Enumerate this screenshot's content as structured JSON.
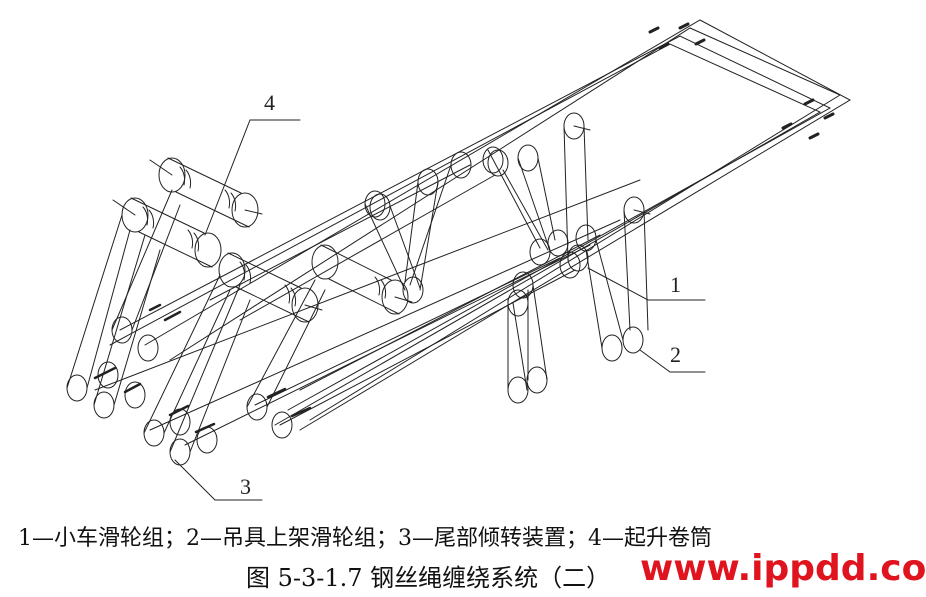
{
  "diagram": {
    "callouts": {
      "c1": "1",
      "c2": "2",
      "c3": "3",
      "c4": "4"
    }
  },
  "legend_text": "1—小车滑轮组；2—吊具上架滑轮组；3—尾部倾转装置；4—起升卷筒",
  "caption": "图 5-3-1.7 钢丝绳缠绕系统（二）",
  "watermark": "www.ippdd.com",
  "colors": {
    "line": "#222222",
    "watermark": "#e0141e"
  }
}
